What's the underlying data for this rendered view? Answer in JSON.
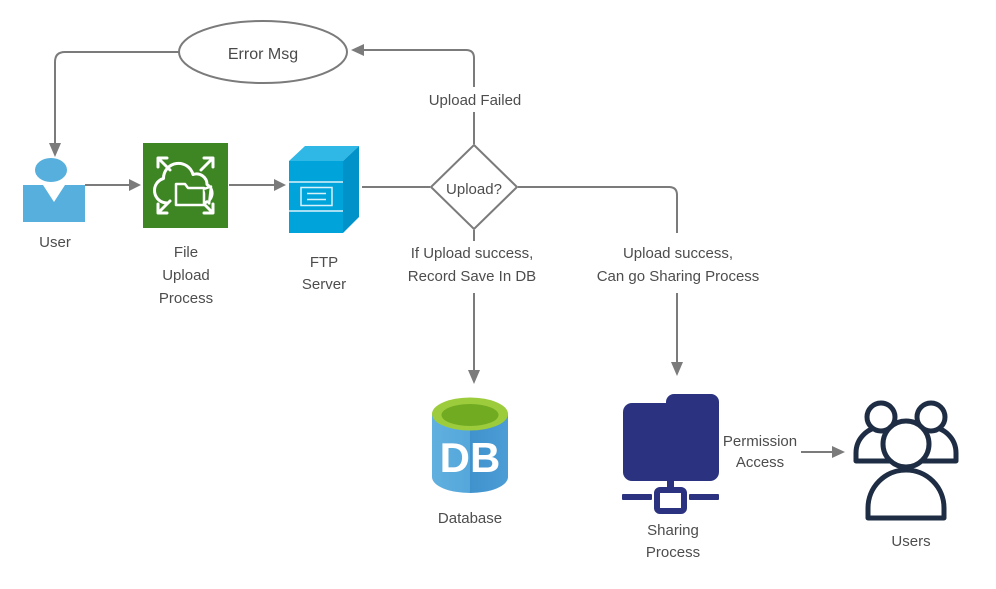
{
  "diagram": {
    "type": "flowchart",
    "colors": {
      "connector_gray": "#7b7b7b",
      "label_text_gray": "#4d4d4d",
      "user_blue": "#56afdc",
      "upload_process_green": "#3e8523",
      "ftp_front_blue": "#00a4db",
      "ftp_top_blue": "#2fb8e6",
      "ftp_side_blue": "#0092c8",
      "db_top_ring_lime": "#9ccb3c",
      "db_top_inner_green": "#71ab22",
      "db_body_light_blue": "#58a8db",
      "db_body_dark_blue": "#4495d0",
      "sharing_folder_navy": "#2b3280",
      "users_outline_navy": "#1e2d44"
    },
    "nodes": {
      "error_msg": {
        "label": "Error Msg",
        "shape": "ellipse"
      },
      "user": {
        "label": "User",
        "icon": "person-icon"
      },
      "file_upload_process": {
        "label": "File\nUpload\nProcess",
        "icon": "cloud-upload-icon"
      },
      "ftp_server": {
        "label": "FTP\nServer",
        "icon": "server-box-icon"
      },
      "upload_decision": {
        "label": "Upload?",
        "shape": "diamond"
      },
      "database": {
        "label": "Database",
        "icon_text": "DB",
        "icon": "database-cylinder-icon"
      },
      "sharing_process": {
        "label": "Sharing\nProcess",
        "icon": "network-folder-icon"
      },
      "users": {
        "label": "Users",
        "icon": "people-group-icon"
      }
    },
    "edges": {
      "upload_failed": {
        "label": "Upload Failed",
        "from": "upload_decision",
        "to": "error_msg"
      },
      "record_save": {
        "label": "If Upload success,\nRecord Save In DB",
        "from": "upload_decision",
        "to": "database"
      },
      "sharing": {
        "label": "Upload success,\nCan go Sharing Process",
        "from": "upload_decision",
        "to": "sharing_process"
      },
      "permission": {
        "label": "Permission\nAccess",
        "from": "sharing_process",
        "to": "users"
      },
      "error_to_user": {
        "label": "",
        "from": "error_msg",
        "to": "user"
      },
      "user_to_upload": {
        "label": "",
        "from": "user",
        "to": "file_upload_process"
      },
      "upload_to_ftp": {
        "label": "",
        "from": "file_upload_process",
        "to": "ftp_server"
      },
      "ftp_to_decision": {
        "label": "",
        "from": "ftp_server",
        "to": "upload_decision"
      }
    }
  }
}
